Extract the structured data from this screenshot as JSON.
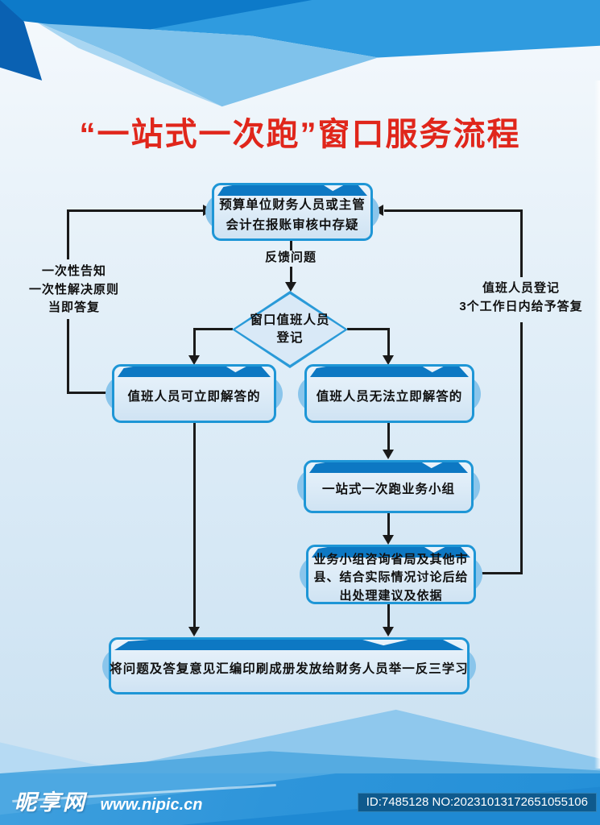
{
  "title": "“一站式一次跑”窗口服务流程",
  "colors": {
    "title_red": "#e0261b",
    "box_border": "#1e96d6",
    "box_fill": "#ddebf8",
    "box_header_bar": "#0d78c3",
    "bump_circle": "#8ac5eb",
    "banner_dark": "#0d7ac9",
    "banner_mid": "#2f9bdf",
    "connector_black": "#1a1a1a",
    "footer_band": "#2e95da"
  },
  "nodes": {
    "start": {
      "lines": [
        "预算单位财务人员或主管",
        "会计在报账审核中存疑"
      ]
    },
    "decision": {
      "lines": [
        "窗口值班人员",
        "登记"
      ]
    },
    "can_answer": {
      "lines": [
        "值班人员可立即解答的"
      ]
    },
    "cannot_answer": {
      "lines": [
        "值班人员无法立即解答的"
      ]
    },
    "team": {
      "lines": [
        "一站式一次跑业务小组"
      ]
    },
    "consult": {
      "lines": [
        "业务小组咨询省局及其他市",
        "县、结合实际情况讨论后给",
        "出处理建议及依据"
      ]
    },
    "final": {
      "lines": [
        "将问题及答复意见汇编印刷成册发放给财务人员举一反三学习"
      ]
    }
  },
  "labels": {
    "feedback": "反馈问题",
    "left_note": {
      "lines": [
        "一次性告知",
        "一次性解决原则",
        "当即答复"
      ]
    },
    "right_note": {
      "lines": [
        "值班人员登记",
        "3个工作日内给予答复"
      ]
    }
  },
  "footer": {
    "site_name": "昵享网",
    "site_url": "www.nipic.cn",
    "image_id": "ID:7485128 NO:20231013172651055106"
  }
}
